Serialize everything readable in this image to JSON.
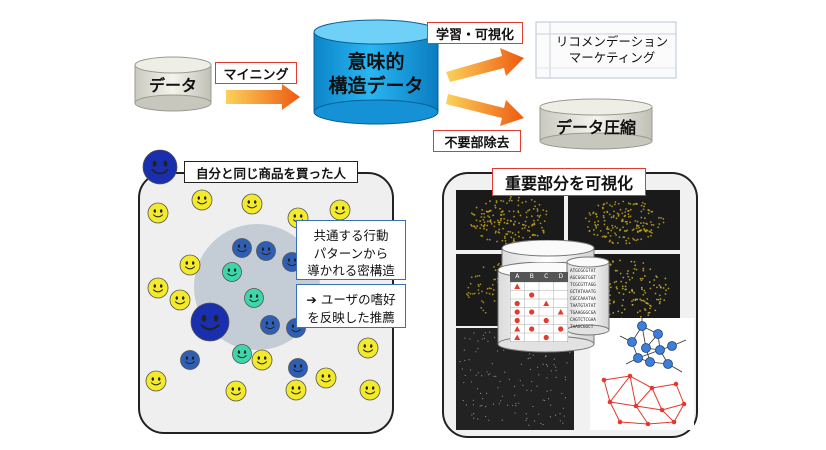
{
  "top": {
    "data_db": "データ",
    "mining_label": "マイニング",
    "structured_db": "意味的\n構造データ",
    "learn_visualize_label": "学習・可視化",
    "unneeded_removal_label": "不要部除去",
    "recommend_text": "リコメンデーション\nマーケティング",
    "compress_db": "データ圧縮"
  },
  "left_panel": {
    "title": "自分と同じ商品を買った人",
    "callout_1": "共通する行動\nパターンから\n導かれる密構造",
    "callout_2": "➔ ユーザの嗜好\nを反映した推薦"
  },
  "right_panel": {
    "title": "重要部分を可視化",
    "table_header": [
      "A",
      "B",
      "C",
      "D"
    ],
    "seq_lines": [
      "ATGCGCGTAT",
      "AGCGGGTGGT",
      "TCGCGTTAGG",
      "GCTATAAATG",
      "CGCCAAATAA",
      "TAATGTATAT",
      "TGAAGGGCGA",
      "CAGTCTCGAA",
      "TAAGCGGCT"
    ]
  },
  "colors": {
    "accent_red": "#e23a2e",
    "db_blue": "#1aa6e8",
    "arrow_orange": "#f07a1a",
    "smiley_yellow": "#f2ea2a",
    "smiley_blue": "#2f5fb5",
    "smiley_teal": "#3dd6a8",
    "dark_blue": "#1a2fae"
  }
}
